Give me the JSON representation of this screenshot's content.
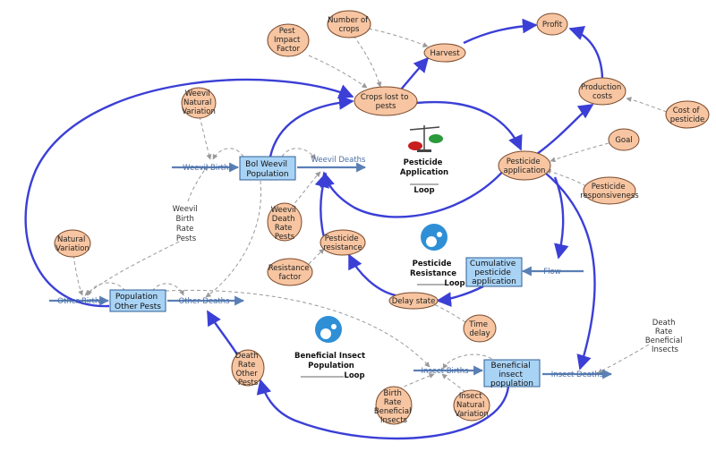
{
  "colors": {
    "aux_fill": "#f7c5a1",
    "aux_stroke": "#7a4a2c",
    "stock_fill": "#a9d3f5",
    "stock_stroke": "#2f5f95",
    "causal_link": "#3b3fd6",
    "info_link": "#999999",
    "flow_pipe": "#5a7fb5"
  },
  "stocks": {
    "bol_weevil": [
      "Bol Weevil",
      "Population"
    ],
    "population_other_pests": [
      "Population",
      "Other Pests"
    ],
    "cumulative_pesticide": [
      "Cumulative",
      "pesticide",
      "application"
    ],
    "beneficial_insect": [
      "Beneficial",
      "insect",
      "population"
    ]
  },
  "auxiliaries": {
    "pest_impact_factor": [
      "Pest",
      "Impact",
      "Factor"
    ],
    "number_of_crops": [
      "Number of",
      "crops"
    ],
    "profit": [
      "Profit"
    ],
    "harvest": [
      "Harvest"
    ],
    "crops_lost": [
      "Crops lost to",
      "pests"
    ],
    "weevil_natural_variation": [
      "Weevil",
      "Natural",
      "Variation"
    ],
    "production_costs": [
      "Production",
      "costs"
    ],
    "cost_of_pesticide": [
      "Cost of",
      "pesticide"
    ],
    "goal": [
      "Goal"
    ],
    "pesticide_application": [
      "Pesticide",
      "application"
    ],
    "pesticide_responsiveness": [
      "Pesticide",
      "responsiveness"
    ],
    "weevil_death_rate_pests": [
      "Weevil",
      "Death",
      "Rate",
      "Pests"
    ],
    "natural_variation": [
      "Natural",
      "Variation"
    ],
    "pesticide_resistance": [
      "Pesticide",
      "resistance"
    ],
    "resistance_factor": [
      "Resistance",
      "factor"
    ],
    "delay_state": [
      "Delay state"
    ],
    "time_delay": [
      "Time",
      "delay"
    ],
    "death_rate_other_pests": [
      "Death",
      "Rate",
      "Other",
      "Pests"
    ],
    "birth_rate_beneficial_insects": [
      "Birth",
      "Rate",
      "Beneficial",
      "Insects"
    ],
    "insect_natural_variation": [
      "Insect",
      "Natural",
      "Variation"
    ]
  },
  "floating_labels": {
    "weevil_birth_rate_pests": [
      "Weevil",
      "Birth",
      "Rate",
      "Pests"
    ],
    "death_rate_beneficial_insects": [
      "Death",
      "Rate",
      "Beneficial",
      "Insects"
    ]
  },
  "flows": {
    "weevil_births": "Weevil Births",
    "weevil_deaths": "Weevil Deaths",
    "other_births": "Other Births",
    "other_deaths": "Other Deaths",
    "flow": "Flow",
    "insect_births": "Insect Births",
    "insect_deaths": "Insect Deaths"
  },
  "loops": {
    "pesticide_application": {
      "lines": [
        "Pesticide",
        "Application"
      ],
      "suffix": "Loop"
    },
    "pesticide_resistance": {
      "lines": [
        "Pesticide",
        "Resistance"
      ],
      "suffix": "Loop"
    },
    "beneficial_insect": {
      "lines": [
        "Beneficial Insect",
        "Population"
      ],
      "suffix": "Loop"
    }
  }
}
